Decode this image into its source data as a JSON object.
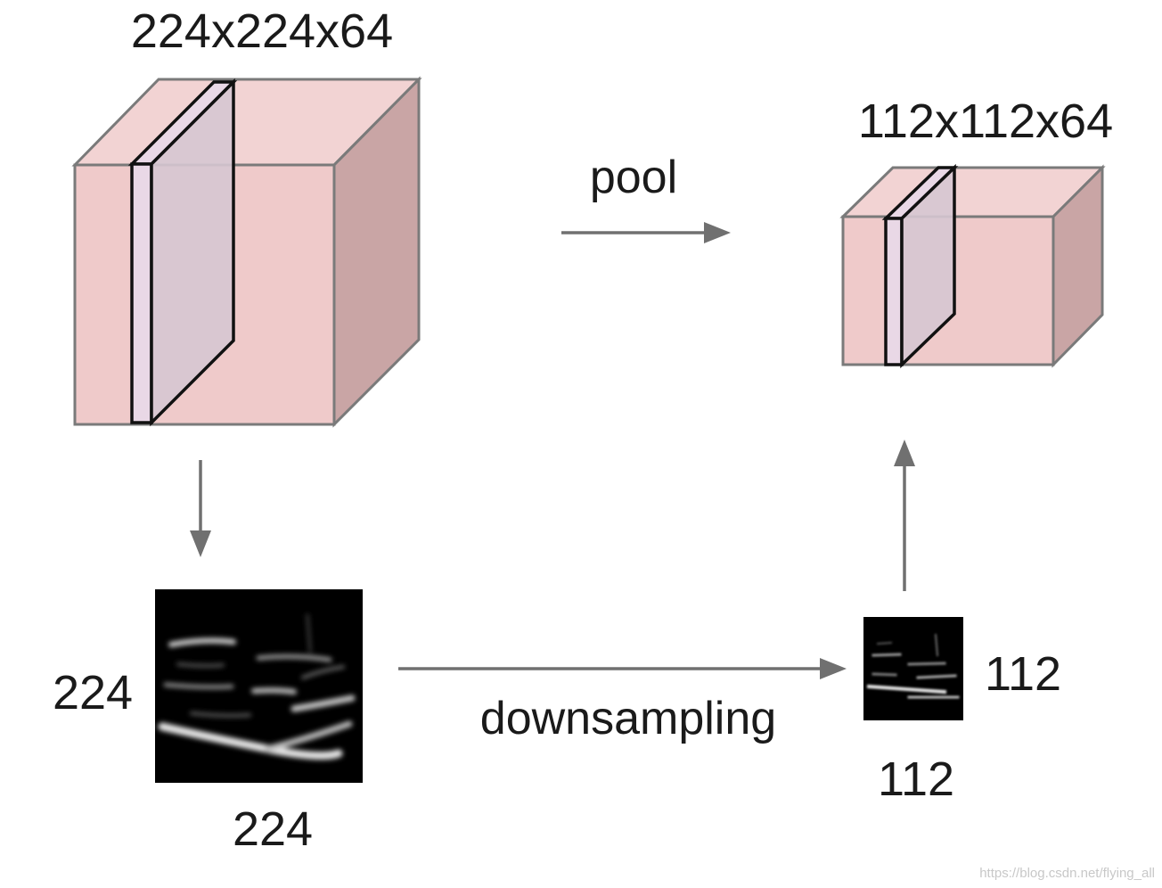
{
  "labels": {
    "input_volume": "224x224x64",
    "output_volume": "112x112x64",
    "pool": "pool",
    "downsampling": "downsampling",
    "input_height": "224",
    "input_width": "224",
    "output_height": "112",
    "output_width": "112",
    "watermark": "https://blog.csdn.net/flying_all"
  },
  "colors": {
    "cube_front": "#efcaca",
    "cube_top": "#f2d3d3",
    "cube_side": "#c9a5a5",
    "slice_face": "#d6c7d2",
    "slice_edge": "#e9d8e6",
    "arrow": "#707070",
    "feature_map_bg": "#000000"
  }
}
